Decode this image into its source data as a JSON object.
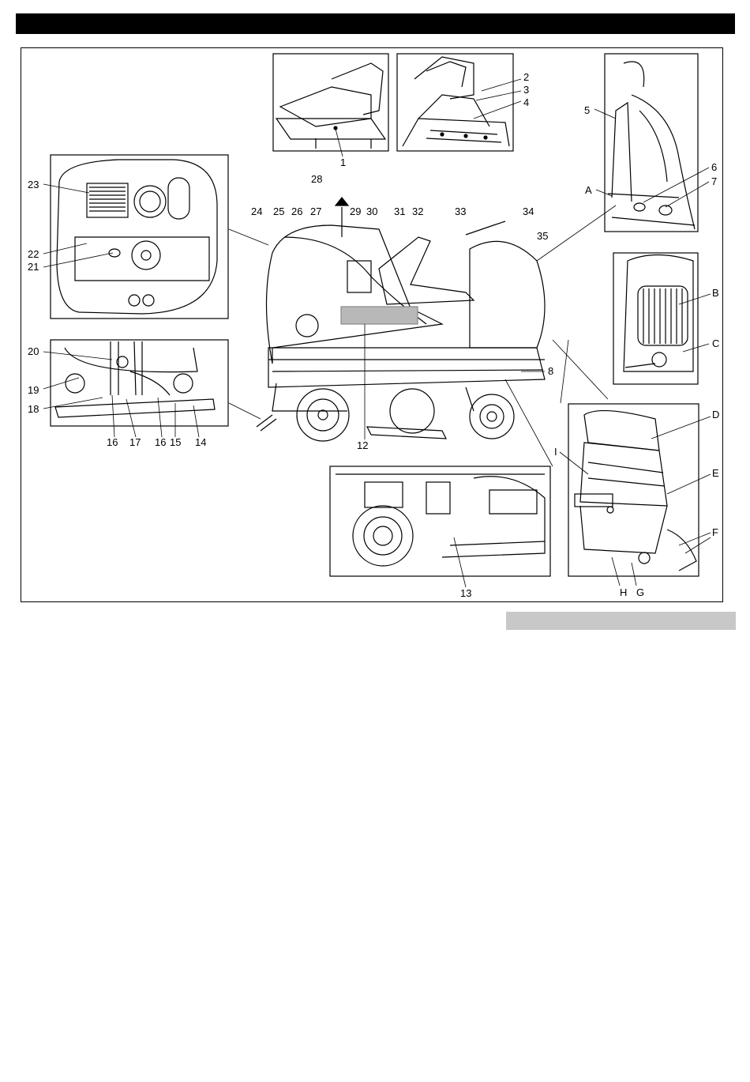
{
  "figure": {
    "callouts": [
      {
        "id": "1",
        "text": "1"
      },
      {
        "id": "2",
        "text": "2"
      },
      {
        "id": "3",
        "text": "3"
      },
      {
        "id": "4",
        "text": "4"
      },
      {
        "id": "5",
        "text": "5"
      },
      {
        "id": "6",
        "text": "6"
      },
      {
        "id": "7",
        "text": "7"
      },
      {
        "id": "8",
        "text": "8"
      },
      {
        "id": "12",
        "text": "12"
      },
      {
        "id": "13",
        "text": "13"
      },
      {
        "id": "14",
        "text": "14"
      },
      {
        "id": "15",
        "text": "15"
      },
      {
        "id": "16a",
        "text": "16"
      },
      {
        "id": "17",
        "text": "17"
      },
      {
        "id": "16b",
        "text": "16"
      },
      {
        "id": "18",
        "text": "18"
      },
      {
        "id": "19",
        "text": "19"
      },
      {
        "id": "20",
        "text": "20"
      },
      {
        "id": "21",
        "text": "21"
      },
      {
        "id": "22",
        "text": "22"
      },
      {
        "id": "23",
        "text": "23"
      },
      {
        "id": "24",
        "text": "24"
      },
      {
        "id": "25",
        "text": "25"
      },
      {
        "id": "26",
        "text": "26"
      },
      {
        "id": "27",
        "text": "27"
      },
      {
        "id": "28",
        "text": "28"
      },
      {
        "id": "29",
        "text": "29"
      },
      {
        "id": "30",
        "text": "30"
      },
      {
        "id": "31",
        "text": "31"
      },
      {
        "id": "32",
        "text": "32"
      },
      {
        "id": "33",
        "text": "33"
      },
      {
        "id": "34",
        "text": "34"
      },
      {
        "id": "35",
        "text": "35"
      },
      {
        "id": "A",
        "text": "A"
      },
      {
        "id": "B",
        "text": "B"
      },
      {
        "id": "C",
        "text": "C"
      },
      {
        "id": "D",
        "text": "D"
      },
      {
        "id": "E",
        "text": "E"
      },
      {
        "id": "F",
        "text": "F"
      },
      {
        "id": "G",
        "text": "G"
      },
      {
        "id": "H",
        "text": "H"
      },
      {
        "id": "I",
        "text": "I"
      }
    ]
  }
}
